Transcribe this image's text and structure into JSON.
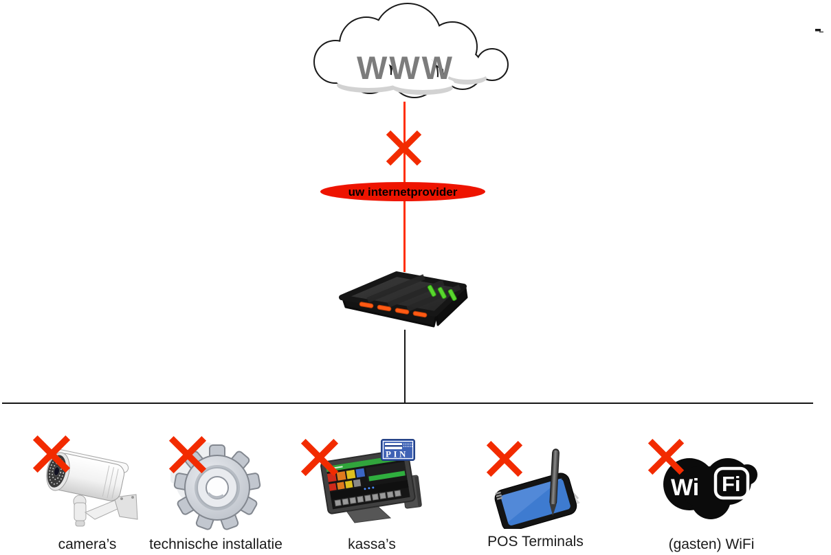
{
  "diagram": {
    "internet": {
      "cloud_label": "WWW"
    },
    "provider": {
      "label": "uw internetprovider",
      "badge_color": "#ee1400",
      "blocked": true
    },
    "connection": {
      "uplink_line_color": "#ff2d00",
      "lan_line_color": "#161616",
      "alert_x_color": "#f22b00"
    },
    "router": {
      "icon": "router-icon",
      "led_front_color": "#ff5a14",
      "led_top_color": "#59d62e"
    },
    "devices": [
      {
        "label": "camera’s",
        "icon": "security-camera-icon",
        "blocked": true
      },
      {
        "label": "technische installatie",
        "icon": "gear-icon",
        "blocked": true
      },
      {
        "label": "kassa’s",
        "icon": "cash-register-icon",
        "blocked": true,
        "badge": {
          "label": "PIN",
          "color": "#3f62b5"
        }
      },
      {
        "label": "POS Terminals",
        "icon": "payment-terminal-icon",
        "blocked": true
      },
      {
        "label": "(gasten) WiFi",
        "icon": "wifi-logo-icon",
        "blocked": true,
        "logo_text": {
          "wi": "Wi",
          "fi": "Fi"
        }
      }
    ],
    "colors": {
      "www_gray": "#7c7c7c",
      "cloud_outline": "#1a1a1a"
    }
  }
}
